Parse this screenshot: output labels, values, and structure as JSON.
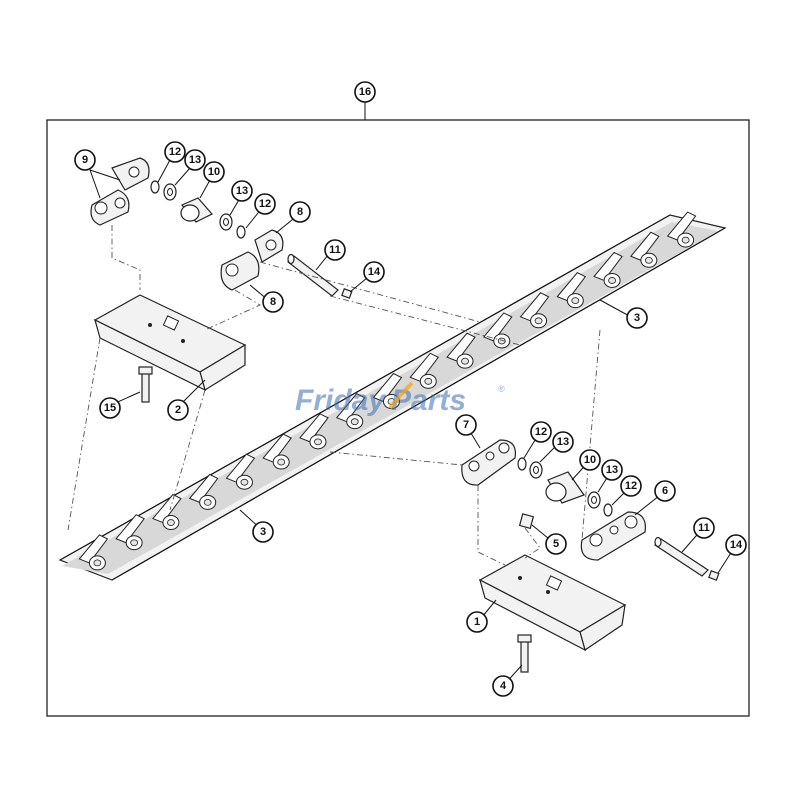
{
  "diagram": {
    "type": "exploded parts diagram",
    "subject": "track chain assembly with shoes, links, pins and bushings"
  },
  "watermark": {
    "part1": "Friday",
    "part2": "Parts",
    "mark": "®",
    "color1": "#3d6fb6",
    "color2": "#f2a31b"
  },
  "callouts": {
    "assembly": "16",
    "left": {
      "link_pair": "9",
      "seal_a": "12",
      "seal_b": "13",
      "bushing": "10",
      "seal_c": "13",
      "seal_d": "12",
      "link_right": "8",
      "link_lower": "8",
      "pin": "11",
      "nut": "14",
      "shoe": "2",
      "bolt": "15"
    },
    "chain_upper": "3",
    "chain_lower": "3",
    "right": {
      "master_link": "7",
      "seal_a": "12",
      "seal_b": "13",
      "bushing": "10",
      "seal_c": "13",
      "seal_d": "12",
      "link": "6",
      "pin": "11",
      "nut": "14",
      "nut_block": "5",
      "shoe": "1",
      "bolt": "4"
    }
  }
}
